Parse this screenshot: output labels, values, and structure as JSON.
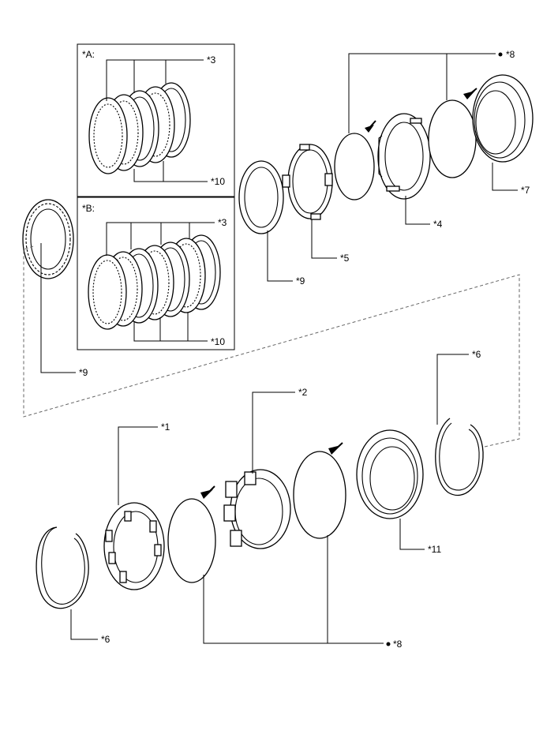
{
  "labels": {
    "inset_a": "*A:",
    "inset_b": "*B:",
    "l1": "*1",
    "l2": "*2",
    "l3a": "*3",
    "l3b": "*3",
    "l4": "*4",
    "l5": "*5",
    "l6_top": "*6",
    "l6_bottom": "*6",
    "l7": "*7",
    "l8_top": "*8",
    "l8_bottom": "*8",
    "l9_left": "*9",
    "l9_mid": "*9",
    "l10a": "*10",
    "l10b": "*10",
    "l11": "*11"
  },
  "icons": {
    "arrow": "apply-fluid-arrow-icon",
    "bullet": "bullet-dot-icon"
  }
}
